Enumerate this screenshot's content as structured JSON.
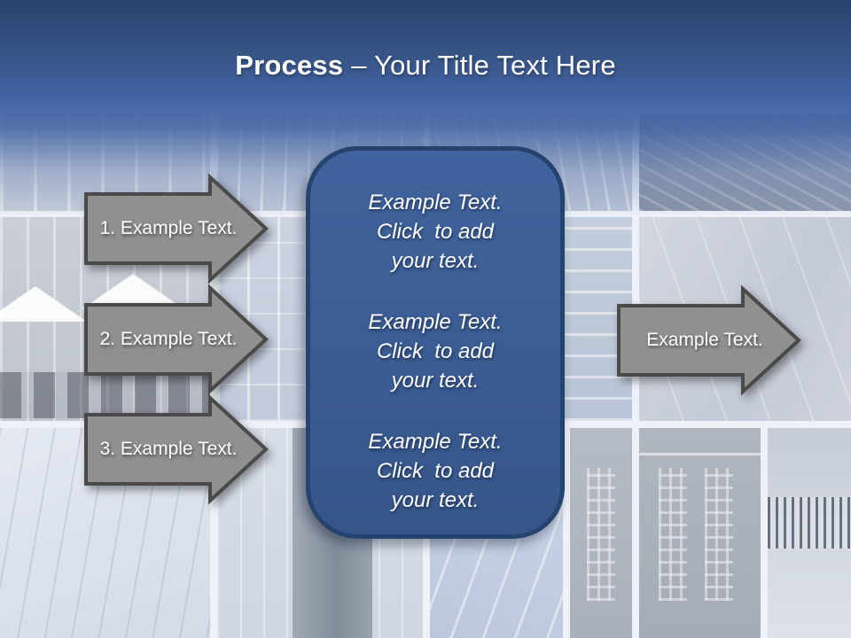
{
  "slide": {
    "title": {
      "emphasis": "Process",
      "rest": "– Your Title Text Here"
    },
    "left_arrows": [
      {
        "label": "1. Example Text."
      },
      {
        "label": "2. Example Text."
      },
      {
        "label": "3. Example Text."
      }
    ],
    "center_panel": {
      "blocks": [
        "Example Text.\nClick  to add\nyour text.",
        "Example Text.\nClick  to add\nyour text.",
        "Example Text.\nClick  to add\nyour text."
      ]
    },
    "right_arrow": {
      "label": "Example Text."
    },
    "colors": {
      "header_top": "#2a4370",
      "header_bottom": "#4263a2",
      "panel_fill": "#3c5e96",
      "panel_border": "#26426f",
      "arrow_fill": "#909090",
      "arrow_border": "#4a4a4a",
      "text": "#ffffff"
    }
  }
}
